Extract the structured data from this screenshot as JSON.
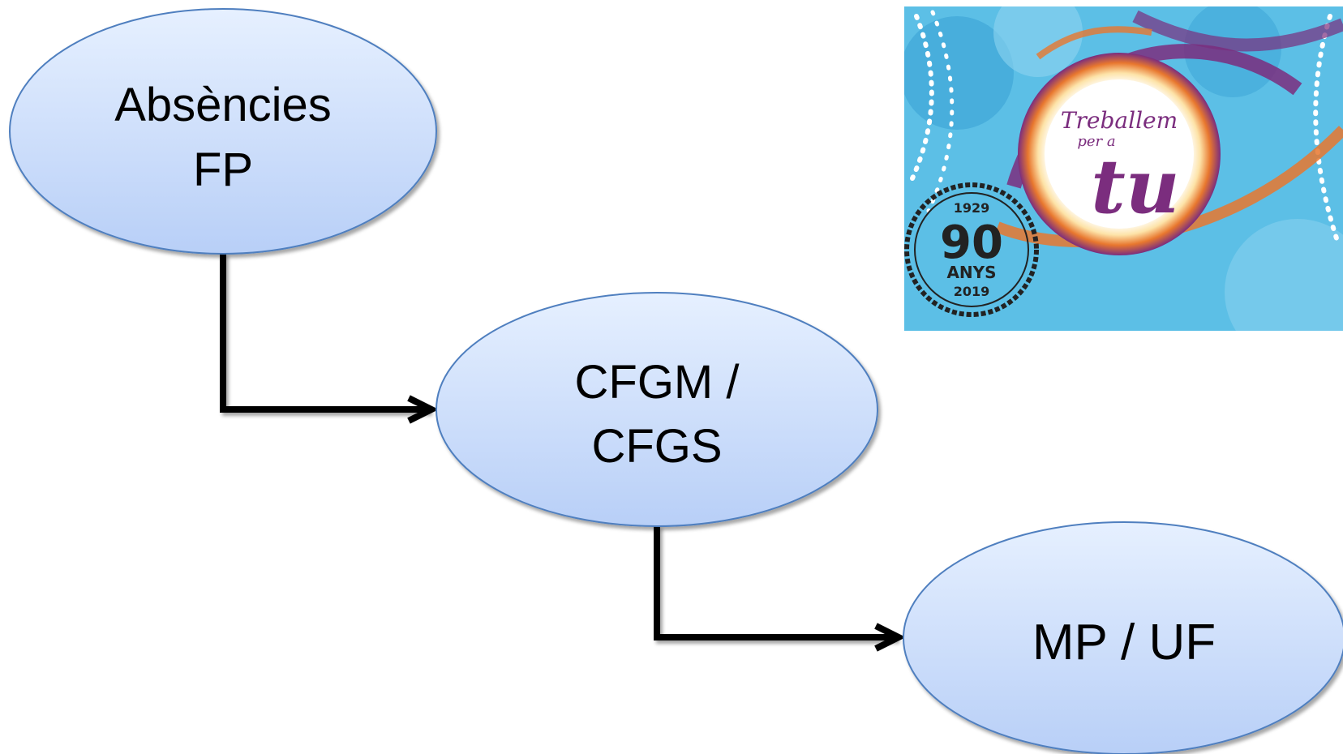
{
  "diagram": {
    "nodes": [
      {
        "id": "absencies",
        "lines": [
          "Absències",
          "FP"
        ]
      },
      {
        "id": "cicles",
        "lines": [
          "CFGM /",
          "CFGS"
        ]
      },
      {
        "id": "moduls",
        "lines": [
          "MP / UF"
        ]
      }
    ],
    "edges": [
      {
        "from": "absencies",
        "to": "cicles"
      },
      {
        "from": "cicles",
        "to": "moduls"
      }
    ],
    "colors": {
      "node_fill_top": "#e6f0ff",
      "node_fill_bottom": "#b8cff7",
      "node_stroke": "#4f7fbf",
      "connector": "#000000"
    }
  },
  "logo": {
    "line1": "Treballem",
    "line2": "per a",
    "line3": "tu",
    "stamp_top": "1929",
    "stamp_number": "90",
    "stamp_word": "ANYS",
    "stamp_bottom": "2019",
    "colors": {
      "sky": "#5cbfe6",
      "purple": "#7b2d7e",
      "orange": "#e8772e"
    }
  }
}
